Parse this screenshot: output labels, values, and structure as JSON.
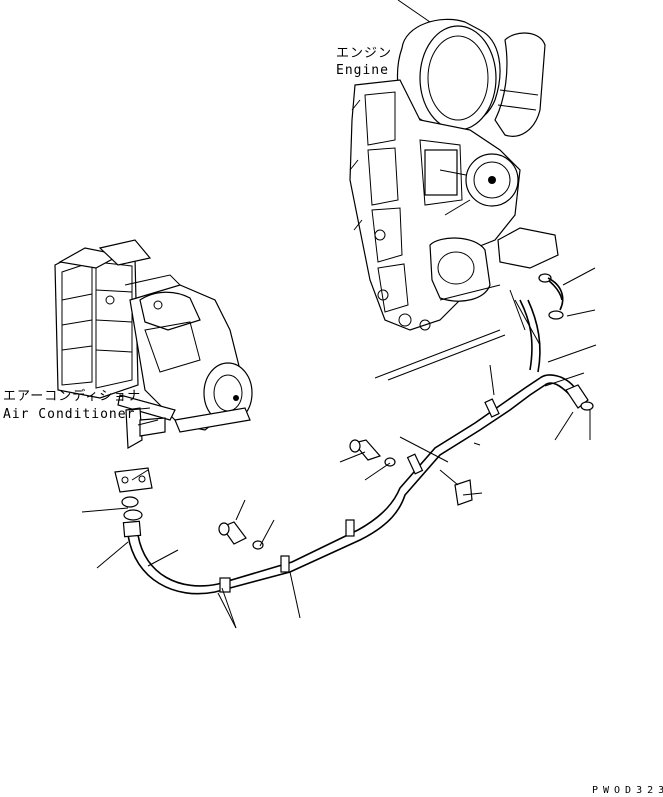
{
  "labels": {
    "engine_jp": "エンジン",
    "engine_en": "Engine",
    "aircon_jp": "エアーコンディショナ",
    "aircon_en": "Air Conditioner"
  },
  "figure_code": "PWOD323"
}
